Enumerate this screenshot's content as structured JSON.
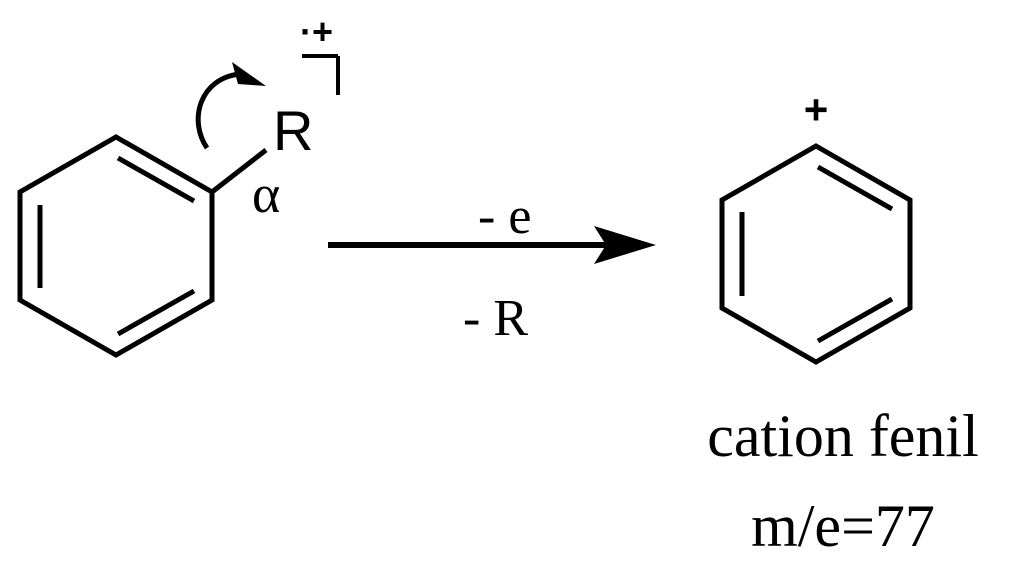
{
  "reactant": {
    "substituent_label": "R",
    "radical_cation_label": "·+",
    "alpha_label": "α"
  },
  "reaction": {
    "condition_above": "- e",
    "condition_below": "- R"
  },
  "product": {
    "charge_label": "+",
    "name": "cation fenil",
    "mass_label": "m/e=77"
  }
}
